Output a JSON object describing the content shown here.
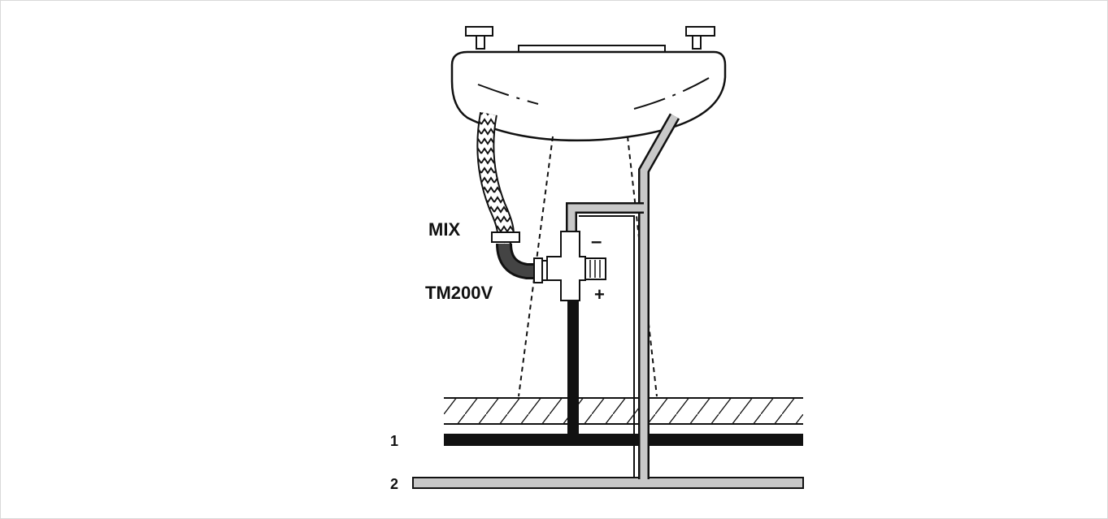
{
  "labels": {
    "mix": "MIX",
    "valve": "TM200V",
    "minus": "–",
    "plus": "+",
    "line_one": "1",
    "line_two": "2"
  },
  "colors": {
    "ink": "#111111",
    "pipe_fill": "#c8c8c8",
    "hose_dark": "#333333"
  }
}
